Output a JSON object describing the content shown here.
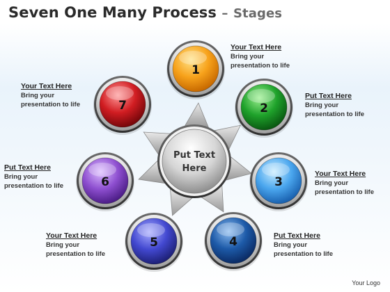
{
  "title": {
    "main": "Seven One Many Process",
    "dash": "–",
    "sub": "Stages"
  },
  "center": {
    "line1": "Put Text",
    "line2": "Here"
  },
  "stages": [
    {
      "number": "1",
      "heading": "Your Text Here",
      "line1": "Bring your",
      "line2": "presentation to life",
      "color": "#f7a21b"
    },
    {
      "number": "2",
      "heading": "Put Text Here",
      "line1": "Bring your",
      "line2": "presentation to life",
      "color": "#1fa22b"
    },
    {
      "number": "3",
      "heading": "Your Text Here",
      "line1": "Bring your",
      "line2": "presentation to life",
      "color": "#4aa6ee"
    },
    {
      "number": "4",
      "heading": "Put Text Here",
      "line1": "Bring your",
      "line2": "presentation to life",
      "color": "#1d5aa8"
    },
    {
      "number": "5",
      "heading": "Your Text Here",
      "line1": "Bring your",
      "line2": "presentation to life",
      "color": "#4248d0"
    },
    {
      "number": "6",
      "heading": "Put Text Here",
      "line1": "Bring your",
      "line2": "presentation to life",
      "color": "#8e4fd0"
    },
    {
      "number": "7",
      "heading": "Your Text Here",
      "line1": "Bring your",
      "line2": "presentation to life",
      "color": "#d11d22"
    }
  ],
  "logo": "Your Logo"
}
